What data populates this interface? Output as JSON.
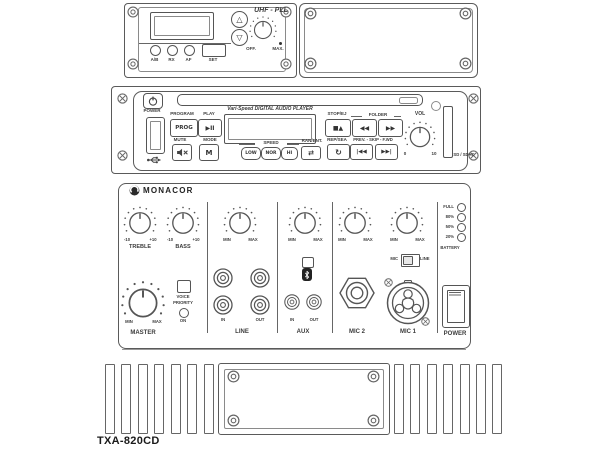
{
  "receiver": {
    "title": "UHF - PLL",
    "up_icon": "△",
    "down_icon": "▽",
    "vol_min": "OFF.",
    "vol_max": "MAX.",
    "button_ab": "A/B",
    "button_rx": "RX",
    "button_af": "AF",
    "button_set": "SET"
  },
  "player": {
    "power_label": "POWER",
    "title": "Vari-Speed DIGITAL AUDIO PLAYER",
    "program_label": "PROGRAM",
    "prog_button": "PROG",
    "play_label": "PLAY",
    "play_icon": "▶II",
    "mute_label": "MUTE",
    "mode_label": "MODE",
    "mode_icon": "M",
    "speed_label": "SPEED",
    "speed_low": "LOW",
    "speed_nor": "NOR",
    "speed_hi": "HI",
    "ran_label": "RAN/ENT.",
    "shuffle_icon": "⇄",
    "stop_label": "STOP/EJ",
    "stop_icon": "■▲",
    "folder_label": "FOLDER",
    "rew_icon": "◀◀",
    "fwd_icon": "▶▶",
    "rep_label": "REP/SEA",
    "repeat_icon": "↻",
    "prev_label": "PREV. - SKIP - F.WD",
    "prev_icon": "|◀◀",
    "next_icon": "▶▶|",
    "vol_label": "VOL",
    "vol_min": "0",
    "vol_max": "10",
    "sd_label": "SD / SDHC"
  },
  "mixer": {
    "brand": "MONACOR",
    "treble_label": "TREBLE",
    "treble_min": "-10",
    "treble_max": "+10",
    "bass_label": "BASS",
    "bass_min": "-10",
    "bass_max": "+10",
    "master_label": "MASTER",
    "master_min": "MIN",
    "master_max": "MAX",
    "vp_line1": "VOICE",
    "vp_line2": "PRIORITY",
    "vp_on": "ON",
    "line_label": "LINE",
    "line_min": "MIN",
    "line_max": "MAX",
    "line_in": "IN",
    "line_out": "OUT",
    "aux_label": "AUX",
    "aux_min": "MIN",
    "aux_max": "MAX",
    "aux_in": "IN",
    "aux_out": "OUT",
    "mic2_label": "MIC 2",
    "mic2_min": "MIN",
    "mic2_max": "MAX",
    "mic1_label": "MIC 1",
    "mic1_min": "MIN",
    "mic1_max": "MAX",
    "switch_mic": "MIC",
    "switch_line": "LINE",
    "battery_levels": [
      "FULL",
      "80%",
      "50%",
      "20%"
    ],
    "battery_label": "BATTERY",
    "power_label": "POWER"
  },
  "footer": {
    "model": "TXA-820CD"
  }
}
